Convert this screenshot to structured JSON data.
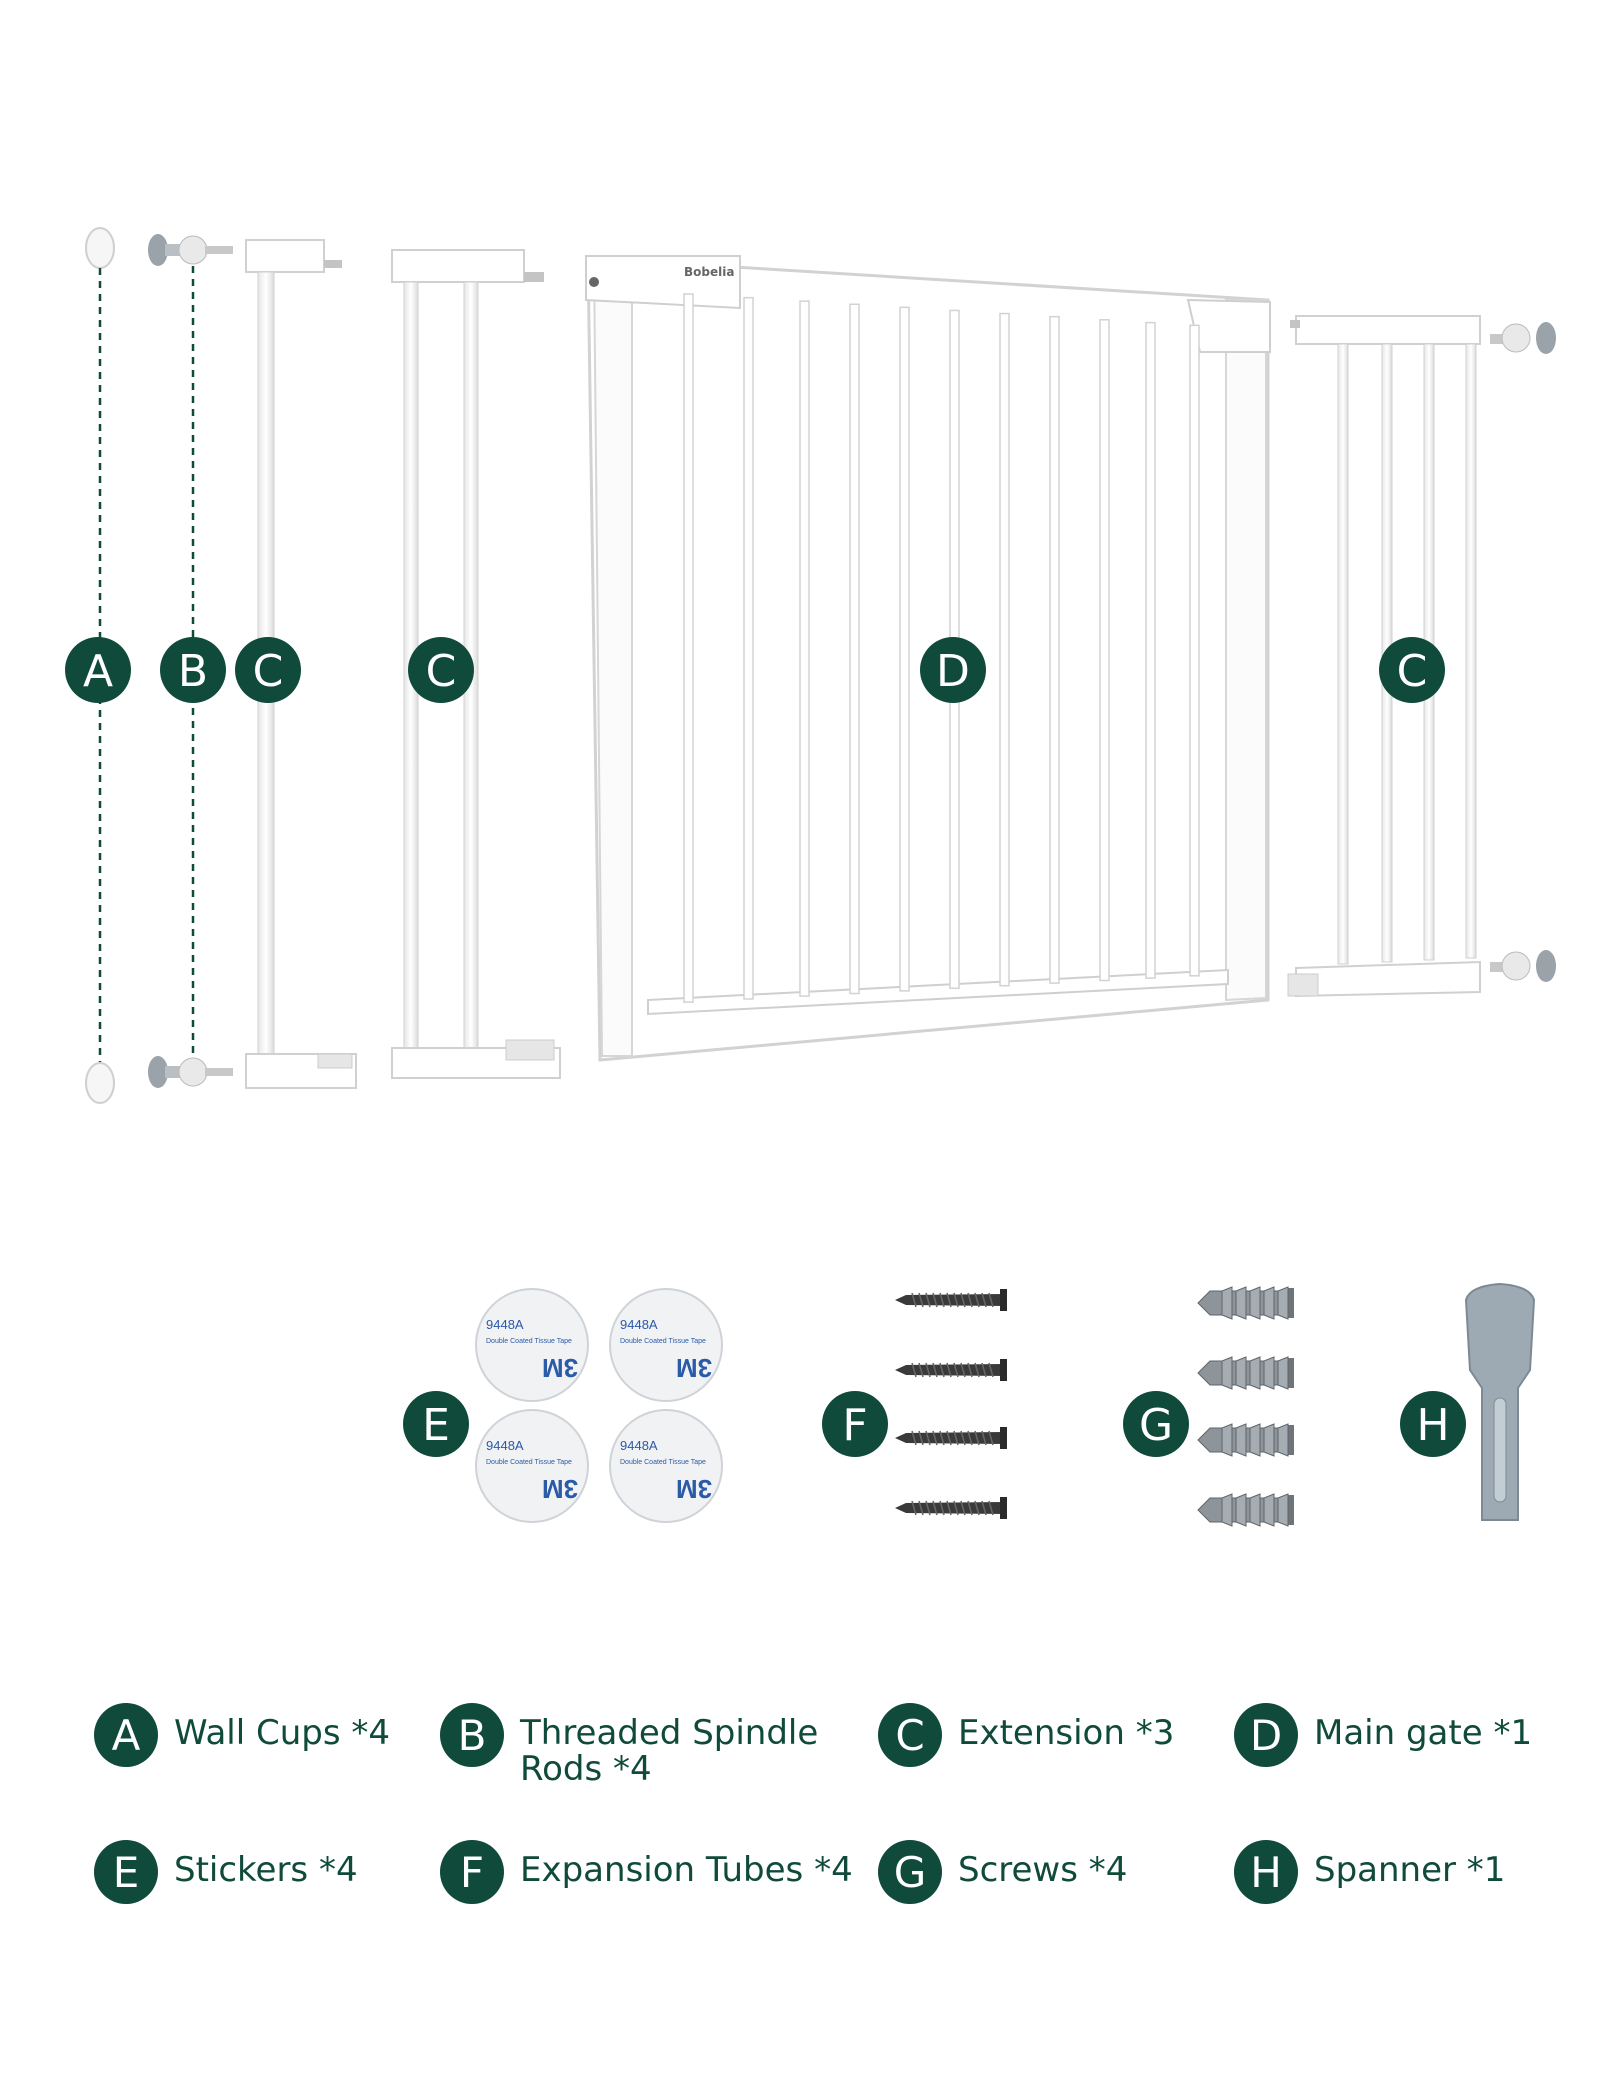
{
  "colors": {
    "accent": "#0f4a3a",
    "frame": "#ffffff",
    "frame_edge": "#d6d6d6",
    "metal": "#8a9aa6",
    "screw": "#3a3a3a"
  },
  "gate": {
    "brand": "Bobelia"
  },
  "diagram_labels": {
    "a": "A",
    "b": "B",
    "c_small": "C",
    "c_mid": "C",
    "d": "D",
    "c_right": "C",
    "e": "E",
    "f": "F",
    "g": "G",
    "h": "H"
  },
  "tape": {
    "code": "9448A",
    "subtitle": "Double Coated Tissue Tape",
    "brand": "3M"
  },
  "legend": [
    {
      "letter": "A",
      "label": "Wall Cups *4"
    },
    {
      "letter": "B",
      "label": "Threaded Spindle Rods *4"
    },
    {
      "letter": "C",
      "label": "Extension *3"
    },
    {
      "letter": "D",
      "label": "Main gate *1"
    },
    {
      "letter": "E",
      "label": "Stickers *4"
    },
    {
      "letter": "F",
      "label": "Expansion Tubes *4"
    },
    {
      "letter": "G",
      "label": "Screws *4"
    },
    {
      "letter": "H",
      "label": "Spanner *1"
    }
  ]
}
